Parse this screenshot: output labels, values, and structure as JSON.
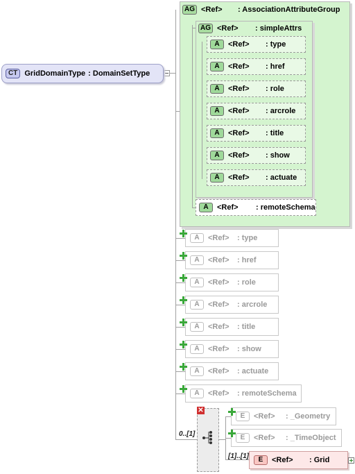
{
  "complex_type": {
    "badge": "CT",
    "name": "GridDomainType",
    "base": ": DomainSetType"
  },
  "ag_outer": {
    "badge": "AG",
    "ref": "<Ref>",
    "name": ": AssociationAttributeGroup"
  },
  "ag_inner": {
    "badge": "AG",
    "ref": "<Ref>",
    "name": ": simpleAttrs"
  },
  "inner_attrs": [
    {
      "badge": "A",
      "ref": "<Ref>",
      "name": ": type"
    },
    {
      "badge": "A",
      "ref": "<Ref>",
      "name": ": href"
    },
    {
      "badge": "A",
      "ref": "<Ref>",
      "name": ": role"
    },
    {
      "badge": "A",
      "ref": "<Ref>",
      "name": ": arcrole"
    },
    {
      "badge": "A",
      "ref": "<Ref>",
      "name": ": title"
    },
    {
      "badge": "A",
      "ref": "<Ref>",
      "name": ": show"
    },
    {
      "badge": "A",
      "ref": "<Ref>",
      "name": ": actuate"
    }
  ],
  "remote_schema": {
    "badge": "A",
    "ref": "<Ref>",
    "name": ": remoteSchema"
  },
  "faded_attrs": [
    {
      "badge": "A",
      "ref": "<Ref>",
      "name": ": type"
    },
    {
      "badge": "A",
      "ref": "<Ref>",
      "name": ": href"
    },
    {
      "badge": "A",
      "ref": "<Ref>",
      "name": ": role"
    },
    {
      "badge": "A",
      "ref": "<Ref>",
      "name": ": arcrole"
    },
    {
      "badge": "A",
      "ref": "<Ref>",
      "name": ": title"
    },
    {
      "badge": "A",
      "ref": "<Ref>",
      "name": ": show"
    },
    {
      "badge": "A",
      "ref": "<Ref>",
      "name": ": actuate"
    },
    {
      "badge": "A",
      "ref": "<Ref>",
      "name": ": remoteSchema"
    }
  ],
  "sequence": {
    "cardinality": "0..[1]"
  },
  "elements": [
    {
      "badge": "E",
      "ref": "<Ref>",
      "name": ": _Geometry"
    },
    {
      "badge": "E",
      "ref": "<Ref>",
      "name": ": _TimeObject"
    },
    {
      "badge": "E",
      "ref": "<Ref>",
      "name": ": Grid",
      "cardinality": "[1]..[1]"
    }
  ],
  "colors": {
    "attribute_group": "#d4f4cf",
    "complex_type": "#e3e4f7",
    "element": "#fde8e8"
  }
}
